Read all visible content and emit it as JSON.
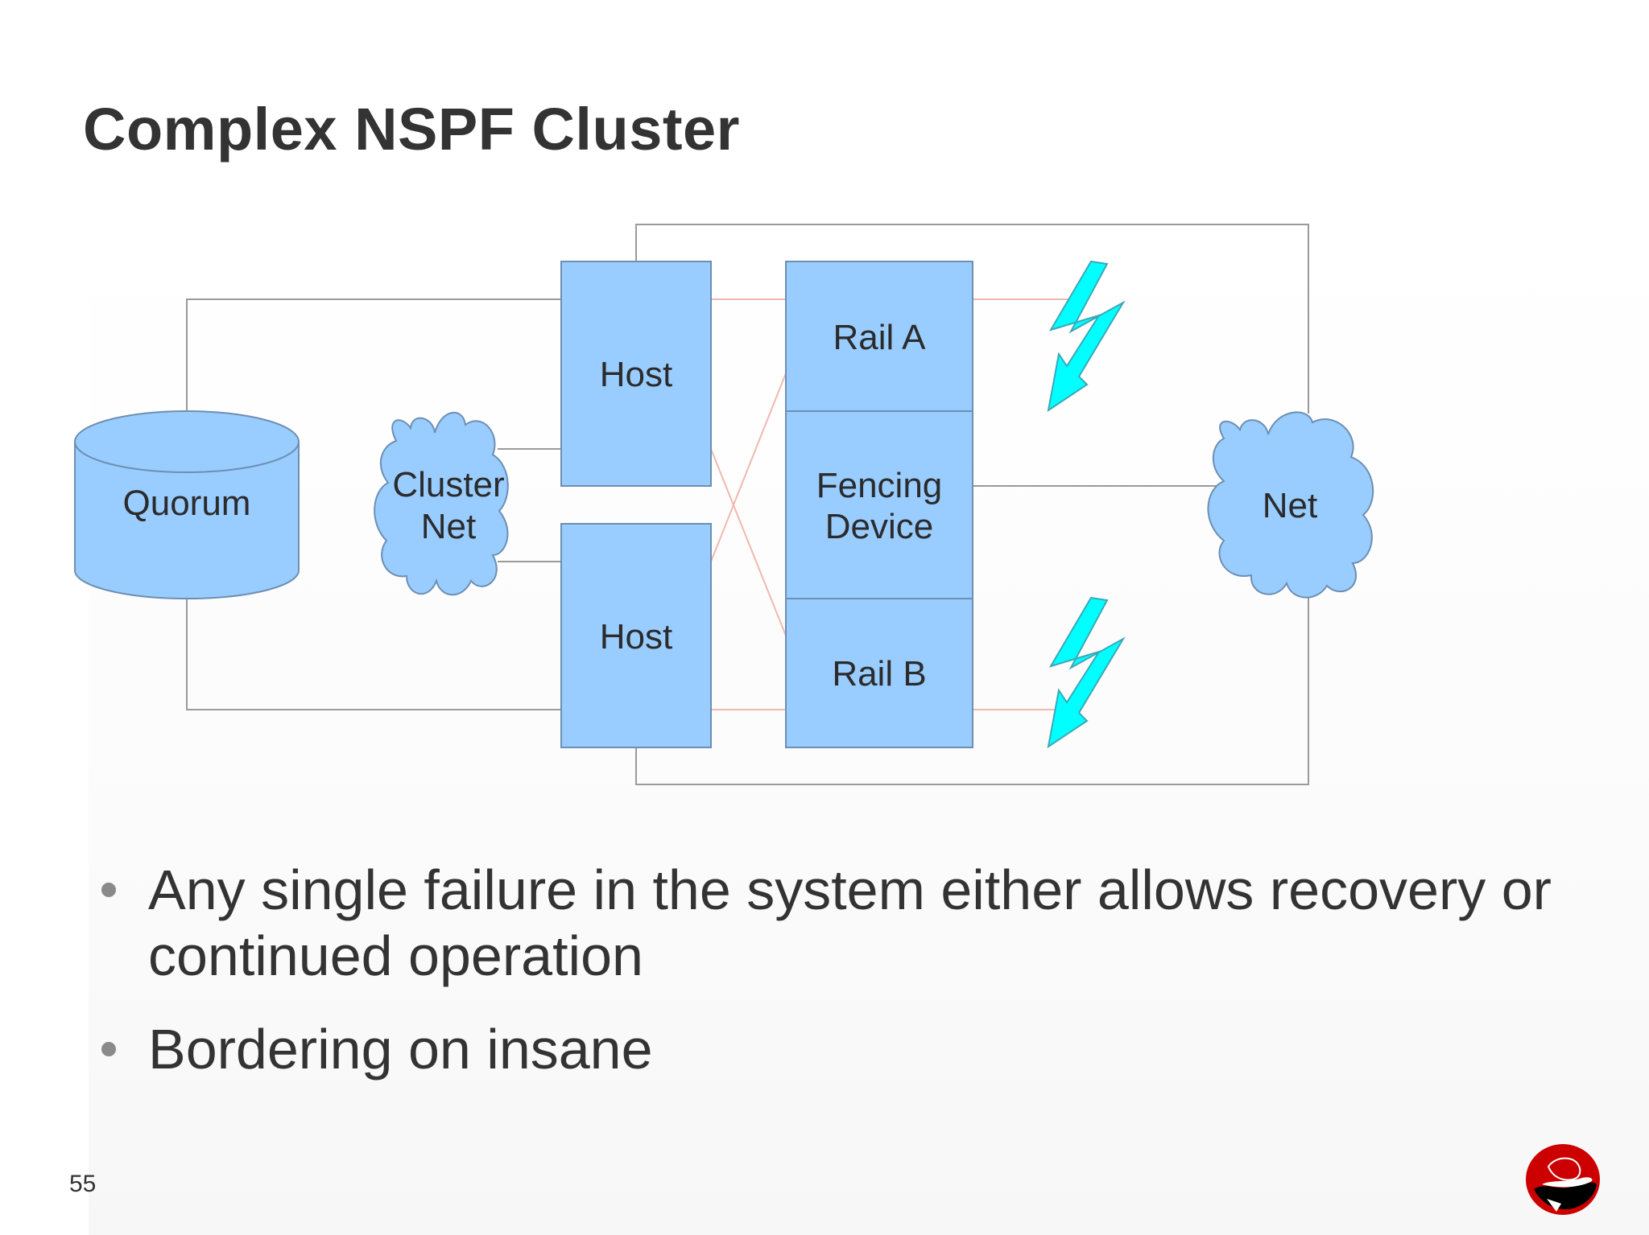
{
  "slide": {
    "title": "Complex NSPF Cluster",
    "page_number": "55"
  },
  "diagram": {
    "quorum_label": "Quorum",
    "cluster_net_label_line1": "Cluster",
    "cluster_net_label_line2": "Net",
    "host_top_label": "Host",
    "host_bottom_label": "Host",
    "rail_a_label": "Rail A",
    "fencing_device_label_line1": "Fencing",
    "fencing_device_label_line2": "Device",
    "rail_b_label": "Rail B",
    "net_label": "Net",
    "colors": {
      "node_fill": "#99ccff",
      "node_stroke": "#6d8fb3",
      "connector": "#9a9a9a",
      "power_line": "#f0b8b0",
      "lightning": "#00ffff"
    }
  },
  "bullets": [
    {
      "text": "Any single failure in the system either allows recovery or continued operation"
    },
    {
      "text": "Bordering on insane"
    }
  ],
  "logo": {
    "icon": "redhat-shadowman-icon",
    "color": "#cc0000"
  }
}
